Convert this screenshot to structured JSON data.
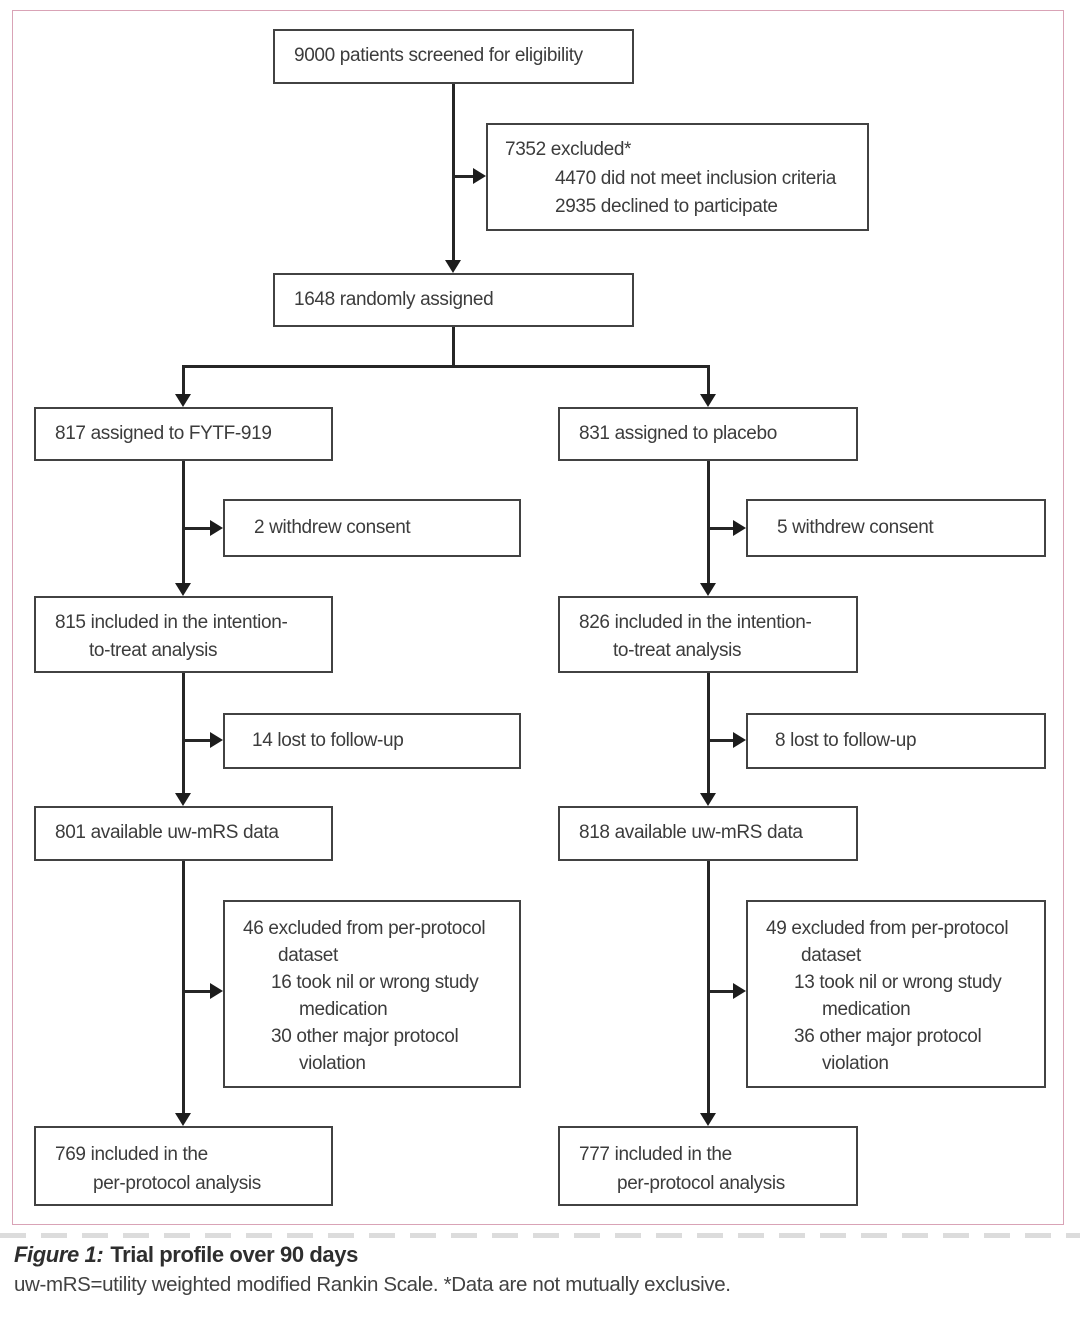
{
  "figure": {
    "nodes": {
      "screened": {
        "text": "9000 patients screened for eligibility"
      },
      "excluded": {
        "lines": [
          "7352 excluded*",
          "4470 did not meet inclusion criteria",
          "2935 declined to participate"
        ]
      },
      "randomized": {
        "text": "1648 randomly assigned"
      },
      "fytf": {
        "assigned": {
          "text": "817 assigned to FYTF-919"
        },
        "withdrew": {
          "text": "2 withdrew consent"
        },
        "itt": {
          "lines": [
            "815 included in the intention-",
            "to-treat analysis"
          ]
        },
        "lost": {
          "text": "14 lost to follow-up"
        },
        "uwmrs": {
          "text": "801 available uw-mRS data"
        },
        "pp_excluded": {
          "lines": [
            "46 excluded from per-protocol",
            "dataset",
            "16 took nil or wrong study",
            "medication",
            "30 other major protocol",
            "violation"
          ]
        },
        "pp": {
          "lines": [
            "769 included in the",
            "per-protocol analysis"
          ]
        }
      },
      "placebo": {
        "assigned": {
          "text": "831 assigned to placebo"
        },
        "withdrew": {
          "text": "5 withdrew consent"
        },
        "itt": {
          "lines": [
            "826 included in the intention-",
            "to-treat analysis"
          ]
        },
        "lost": {
          "text": "8 lost to follow-up"
        },
        "uwmrs": {
          "text": "818 available uw-mRS data"
        },
        "pp_excluded": {
          "lines": [
            "49 excluded from per-protocol",
            "dataset",
            "13 took nil or wrong study",
            "medication",
            "36 other major protocol",
            "violation"
          ]
        },
        "pp": {
          "lines": [
            "777 included in the",
            "per-protocol analysis"
          ]
        }
      }
    },
    "caption": {
      "label": "Figure 1:",
      "title": "Trial profile over 90 days",
      "note": "uw-mRS=utility weighted modified Rankin Scale. *Data are not mutually exclusive."
    },
    "colors": {
      "panel_border": "#d9a3b6",
      "box_border": "#424242",
      "line": "#262626",
      "text": "#3c3c3c"
    }
  }
}
